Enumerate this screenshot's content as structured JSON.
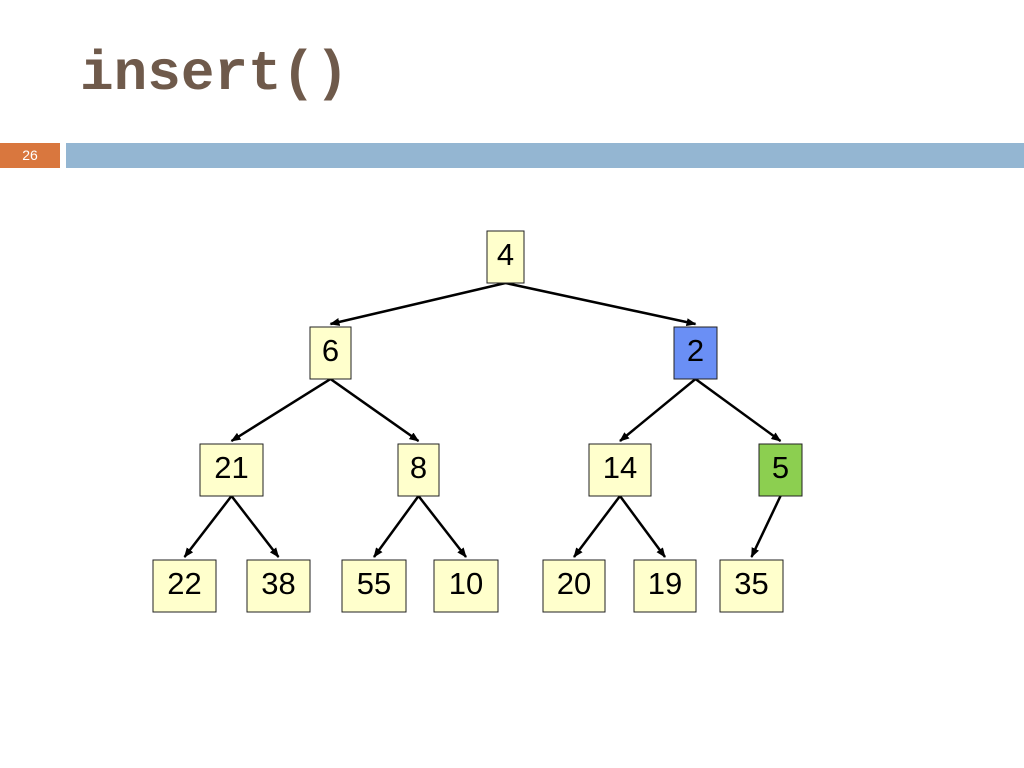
{
  "title": "insert()",
  "slide_number": "26",
  "colors": {
    "node_default": "#ffffcc",
    "node_highlight_blue": "#6a8ff5",
    "node_highlight_green": "#8ccf50",
    "title": "#6f5a4b",
    "accent_bar": "#94b6d2",
    "slide_number_bg": "#d9773e"
  },
  "heap": {
    "nodes": [
      {
        "id": "n4",
        "label": "4",
        "state": "default"
      },
      {
        "id": "n6",
        "label": "6",
        "state": "default"
      },
      {
        "id": "n2",
        "label": "2",
        "state": "highlight-blue"
      },
      {
        "id": "n21",
        "label": "21",
        "state": "default"
      },
      {
        "id": "n8",
        "label": "8",
        "state": "default"
      },
      {
        "id": "n14",
        "label": "14",
        "state": "default"
      },
      {
        "id": "n5",
        "label": "5",
        "state": "highlight-green"
      },
      {
        "id": "n22",
        "label": "22",
        "state": "default"
      },
      {
        "id": "n38",
        "label": "38",
        "state": "default"
      },
      {
        "id": "n55",
        "label": "55",
        "state": "default"
      },
      {
        "id": "n10",
        "label": "10",
        "state": "default"
      },
      {
        "id": "n20",
        "label": "20",
        "state": "default"
      },
      {
        "id": "n19",
        "label": "19",
        "state": "default"
      },
      {
        "id": "n35",
        "label": "35",
        "state": "default"
      }
    ],
    "edges": [
      [
        "n4",
        "n6"
      ],
      [
        "n4",
        "n2"
      ],
      [
        "n6",
        "n21"
      ],
      [
        "n6",
        "n8"
      ],
      [
        "n2",
        "n14"
      ],
      [
        "n2",
        "n5"
      ],
      [
        "n21",
        "n22"
      ],
      [
        "n21",
        "n38"
      ],
      [
        "n8",
        "n55"
      ],
      [
        "n8",
        "n10"
      ],
      [
        "n14",
        "n20"
      ],
      [
        "n14",
        "n19"
      ],
      [
        "n5",
        "n35"
      ]
    ]
  }
}
